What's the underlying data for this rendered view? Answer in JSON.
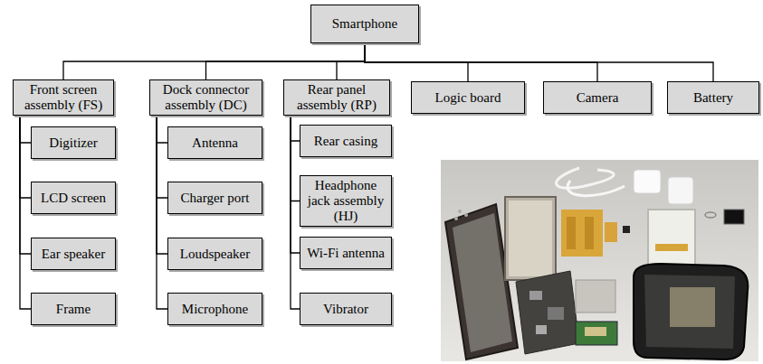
{
  "diagram": {
    "nodes": [
      {
        "text": [
          "Smartphone"
        ]
      },
      {
        "text": [
          "Front screen assembly (FS)"
        ]
      },
      {
        "text": [
          "Dock connector assembly (DC)"
        ]
      },
      {
        "text": [
          "Rear panel assembly (RP)"
        ]
      },
      {
        "text": [
          "Logic board"
        ]
      },
      {
        "text": [
          "Camera"
        ]
      },
      {
        "text": [
          "Battery"
        ]
      },
      {
        "text": [
          "Digitizer"
        ]
      },
      {
        "text": [
          "LCD screen"
        ]
      },
      {
        "text": [
          "Ear speaker"
        ]
      },
      {
        "text": [
          "Frame"
        ]
      },
      {
        "text": [
          "Antenna"
        ]
      },
      {
        "text": [
          "Charger port"
        ]
      },
      {
        "text": [
          "Loudspeaker"
        ]
      },
      {
        "text": [
          "Microphone"
        ]
      },
      {
        "text": [
          "Rear casing"
        ]
      },
      {
        "text": [
          "Headphone jack assembly (HJ)"
        ]
      },
      {
        "text": [
          "Wi-Fi antenna"
        ]
      },
      {
        "text": [
          "Vibrator"
        ]
      }
    ],
    "edges": [
      {
        "from": 0,
        "to": 1,
        "arrow": "none"
      },
      {
        "from": 0,
        "to": 2,
        "arrow": "none"
      },
      {
        "from": 0,
        "to": 3,
        "arrow": "none"
      },
      {
        "from": 0,
        "to": 4,
        "arrow": "none"
      },
      {
        "from": 0,
        "to": 5,
        "arrow": "none"
      },
      {
        "from": 0,
        "to": 6,
        "arrow": "none"
      },
      {
        "from": 1,
        "to": 7,
        "arrow": "none"
      },
      {
        "from": 1,
        "to": 8,
        "arrow": "none"
      },
      {
        "from": 1,
        "to": 9,
        "arrow": "none"
      },
      {
        "from": 1,
        "to": 10,
        "arrow": "none"
      },
      {
        "from": 2,
        "to": 11,
        "arrow": "none"
      },
      {
        "from": 2,
        "to": 12,
        "arrow": "none"
      },
      {
        "from": 2,
        "to": 13,
        "arrow": "none"
      },
      {
        "from": 2,
        "to": 14,
        "arrow": "none"
      },
      {
        "from": 3,
        "to": 15,
        "arrow": "none"
      },
      {
        "from": 3,
        "to": 16,
        "arrow": "none"
      },
      {
        "from": 3,
        "to": 17,
        "arrow": "none"
      },
      {
        "from": 3,
        "to": 18,
        "arrow": "none"
      }
    ]
  }
}
